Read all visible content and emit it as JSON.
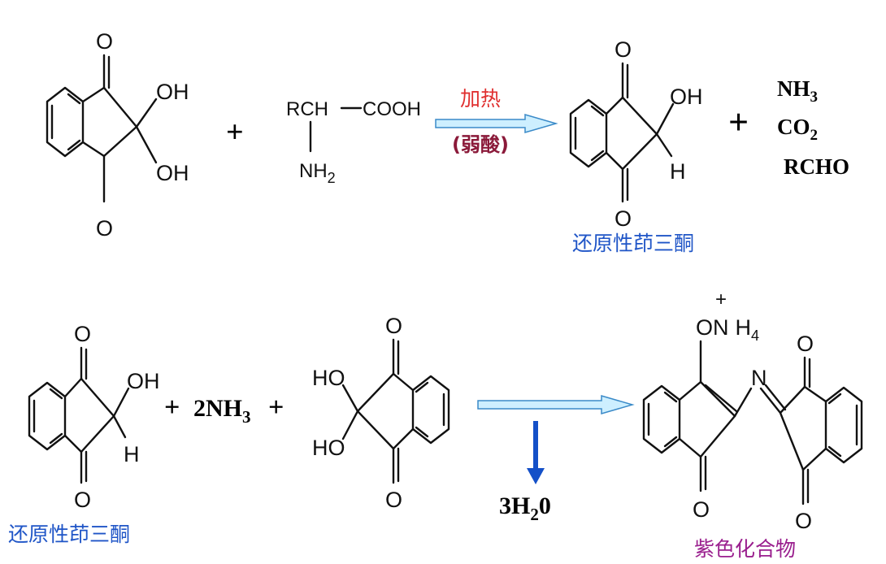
{
  "colors": {
    "blue_label": "#1f55c7",
    "red_label": "#e03030",
    "maroon_label": "#8b1a3a",
    "purple_label": "#9a1f8e",
    "arrow_fill": "#cdefff",
    "arrow_stroke": "#3a8ac8",
    "down_arrow": "#1450c8"
  },
  "icons": [
    "reaction-arrow-icon",
    "down-arrow-icon"
  ],
  "reaction1": {
    "ninhydrin": {
      "o_top": "O",
      "o_bottom": "O",
      "oh_top": "OH",
      "oh_bottom": "OH"
    },
    "plus": "+",
    "amino_acid": {
      "rch": "RCH",
      "cooh": "COOH",
      "nh": "NH",
      "sub2": "2"
    },
    "condition_top": "加热",
    "condition_bottom": "(弱酸)",
    "product": {
      "o_top": "O",
      "o_bottom": "O",
      "oh": "OH",
      "h": "H"
    },
    "product_name": "还原性茚三酮",
    "plus2": "+",
    "byproducts": {
      "nh3": {
        "main": "NH",
        "sub": "3"
      },
      "co2": {
        "main": "CO",
        "sub": "2"
      },
      "rcho": "RCHO"
    }
  },
  "reaction2": {
    "reduced": {
      "o_top": "O",
      "o_bottom": "O",
      "oh": "OH",
      "h": "H"
    },
    "reduced_name": "还原性茚三酮",
    "plus_a": "+",
    "reagent": {
      "coef": "2NH",
      "sub": "3"
    },
    "plus_b": "+",
    "ninhydrin": {
      "o_top": "O",
      "o_bottom": "O",
      "ho_top": "HO",
      "ho_bottom": "HO"
    },
    "water": {
      "a": "3H",
      "sub": "2",
      "b": "0"
    },
    "product": {
      "o": "O",
      "n": "N",
      "h": "H",
      "h4": "4",
      "charge": "+",
      "o_right_top": "O",
      "o_left_bottom": "O",
      "o_right_bottom": "O",
      "n_bridge": "N"
    },
    "product_name": "紫色化合物"
  }
}
